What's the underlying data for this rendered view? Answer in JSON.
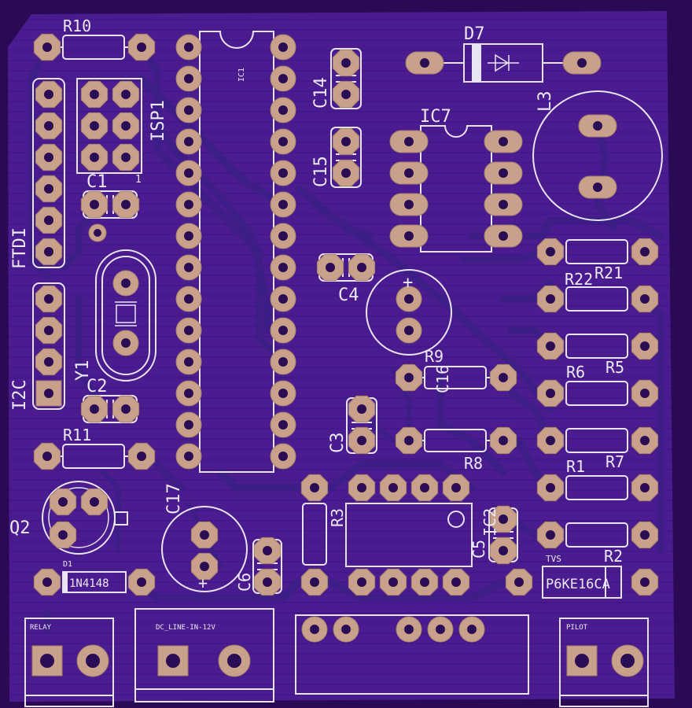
{
  "labels": {
    "r10": "R10",
    "isp1": "ISP1",
    "isp1_pin": "1",
    "ic1": "IC1",
    "c14": "C14",
    "c15": "C15",
    "d7": "D7",
    "l3": "L3",
    "ic7": "IC7",
    "c1": "C1",
    "ftdi": "FTDI",
    "c4": "C4",
    "r22": "R22",
    "r21": "R21",
    "y1": "Y1",
    "i2c": "I2C",
    "c2": "C2",
    "r9": "R9",
    "c16": "C16",
    "r6": "R6",
    "r5": "R5",
    "c3": "C3",
    "r8": "R8",
    "r11": "R11",
    "r1": "R1",
    "r7": "R7",
    "c17": "C17",
    "r3": "R3",
    "ic2": "IC2",
    "c5": "C5",
    "q2": "Q2",
    "r2": "R2",
    "tvs": "TVS",
    "p6ke": "P6KE16CA",
    "d1": "D1",
    "n4148": "1N4148",
    "c6": "C6",
    "relay": "RELAY",
    "dcline": "DC_LINE-IN-12V",
    "pilot": "PILOT",
    "plus1": "+",
    "plus2": "+"
  },
  "colors": {
    "board": "#4a1c8f",
    "trace": "#3d1d86",
    "pad": "#c9a08a",
    "silkscreen": "#e9e4f2"
  }
}
